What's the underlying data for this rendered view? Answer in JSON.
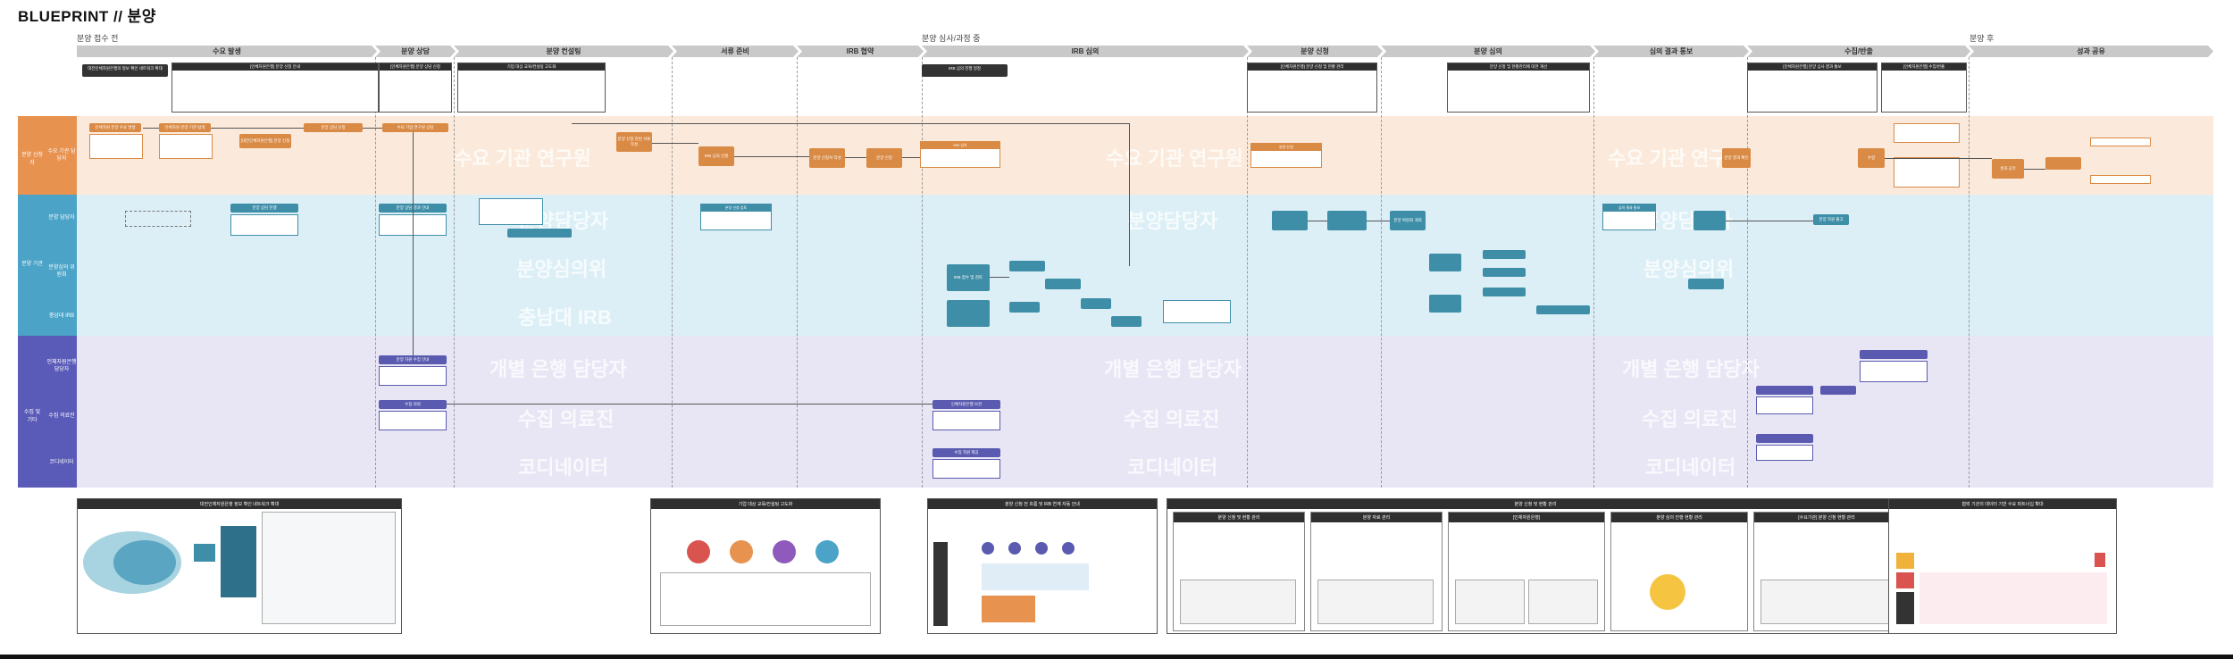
{
  "title": "BLUEPRINT // 분양",
  "phases": [
    "분양 접수 전",
    "분양 심사/과정 중",
    "분양 후"
  ],
  "stages": [
    "수요 발생",
    "분양 상담",
    "분양 컨설팅",
    "서류 준비",
    "IRB 협약",
    "IRB 심의",
    "분양 신청",
    "분양 심의",
    "심의 결과 통보",
    "수집/반출",
    "성과 공유"
  ],
  "lanes": {
    "g1": {
      "label": "분양 신청자",
      "subs": [
        "수요 기관 담당자"
      ]
    },
    "g2": {
      "label": "분양 기관",
      "subs": [
        "분양 담당자",
        "분양심의 위원회",
        "충남대 IRB"
      ]
    },
    "g3": {
      "label": "수집 및 기타",
      "subs": [
        "인체자원은행 담당자",
        "수집 의료진",
        "코디네이터"
      ]
    }
  },
  "ghost": {
    "a": "수요 기관 연구원",
    "a2": "수요 기관 연구원",
    "a3": "수요 기관 연구원",
    "b": "분양담당자",
    "b2": "분양담당자",
    "b3": "분양담당자",
    "c": "분양심의위",
    "c2": "분양심의위",
    "d": "충남대 IRB",
    "e": "개별 은행 담당자",
    "e2": "개별 은행 담당자",
    "e3": "개별 은행 담당자",
    "f": "수집 의료진",
    "f2": "수집 의료진",
    "f3": "수집 의료진",
    "g": "코디네이터",
    "g2": "코디네이터",
    "g3": "코디네이터"
  },
  "notes": {
    "n1": "[인체자원은행] 분양 신청 안내",
    "n2": "[인체자원은행] 분양 상담 신청",
    "n3": "기업 대상 교육/컨설팅 고도화",
    "n4": "IRB 심의",
    "n5": "[인체자원은행] 분양 신청 및 현황 관리",
    "n6": "분양 신청 및 현황관리에 대한 개선",
    "n7": "[인체자원은행] 분양 심사 결과 통보",
    "n8": "[인체자원은행] 수집/반출",
    "dark1": "대전인체자원은행의 정보 확인 네트워크 확대",
    "dark2": "IRB 심의 진행 일정"
  },
  "nodes": {
    "o1": "인체자원 분양 수요 발생",
    "o2": "인체자원 분양 기관 탐색",
    "o3": "[대전인체자원은행] 분양 신청",
    "o4": "분양 상담 신청",
    "o5": "수요 기업 연구원 상담",
    "o6": "분양 신청 관련 서류 작성",
    "o7": "IRB 심의 신청",
    "o8": "분양 신청서 작성",
    "o9": "분양 신청",
    "o10": "분양 결과 확인",
    "o11": "수령",
    "o12": "성과 공유",
    "t1": "분양 상담 진행",
    "t2": "IRB 접수 및 검토",
    "t3": "분양 신청 검토",
    "t4": "분양 상담 결과 안내",
    "t5": "분양 위원회 개최",
    "t6": "심의 결과 통보",
    "t7": "분양 자원 출고",
    "p1": "분양 자원 수집 안내",
    "p2": "수집 의뢰",
    "p3": "인체자원은행 보관",
    "p4": "수집 자원 제공"
  },
  "cards": {
    "c1": "대전인체자원은행 정보 확인 네트워크 확대",
    "c2": "기업 대상 교육/컨설팅 고도화",
    "c3": "분양 신청 전 흐름 및 IRB 연계 자동 안내",
    "c4": "분양 신청 및 현황 관리",
    "c4a": "분양 신청 및 현황 관리",
    "c4b": "분양 자료 관리",
    "c4c": "[인체자원은행]",
    "c4d": "분양 심의 진행 현황 관리",
    "c4e": "[수요기관] 분양 신청 현황 관리",
    "c5": "협력 기관의 데이터 기반 수요 파트너십 확대"
  }
}
